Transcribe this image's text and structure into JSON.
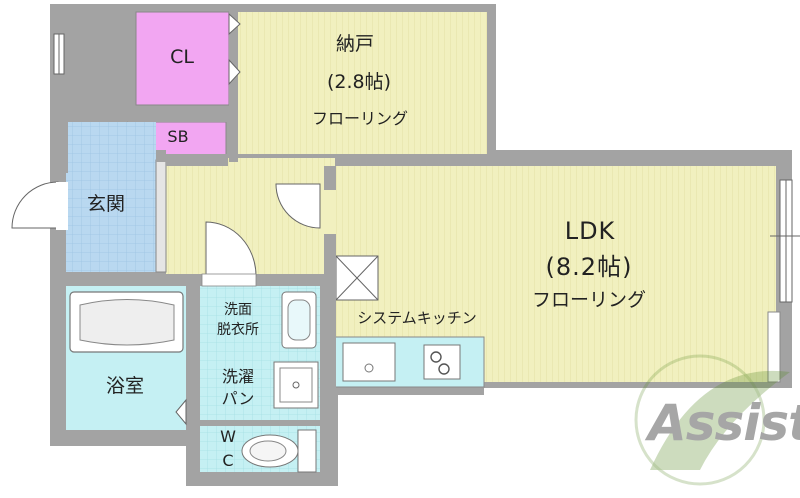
{
  "rooms": {
    "storage": {
      "name": "納戸",
      "size": "(2.8帖)",
      "floor": "フローリング"
    },
    "closet": {
      "label": "CL"
    },
    "shoe_box": {
      "label": "SB"
    },
    "entrance": {
      "label": "玄関"
    },
    "ldk": {
      "name": "LDK",
      "size": "(8.2帖)",
      "floor": "フローリング"
    },
    "kitchen": {
      "label": "システムキッチン"
    },
    "washroom": {
      "line1": "洗面",
      "line2": "脱衣所"
    },
    "laundry": {
      "line1": "洗濯",
      "line2": "パン"
    },
    "bath": {
      "label": "浴室"
    },
    "toilet": {
      "line1": "W",
      "line2": "C"
    }
  },
  "logo": {
    "text": "Assist"
  },
  "colors": {
    "wall": "#a3a3a3",
    "flooring": "#f1f0bf",
    "closet": "#f2a6f2",
    "tile_blue": "#b9d8f0",
    "wet_cyan": "#c5f0f3",
    "logo_green": "#5a8a2a"
  }
}
